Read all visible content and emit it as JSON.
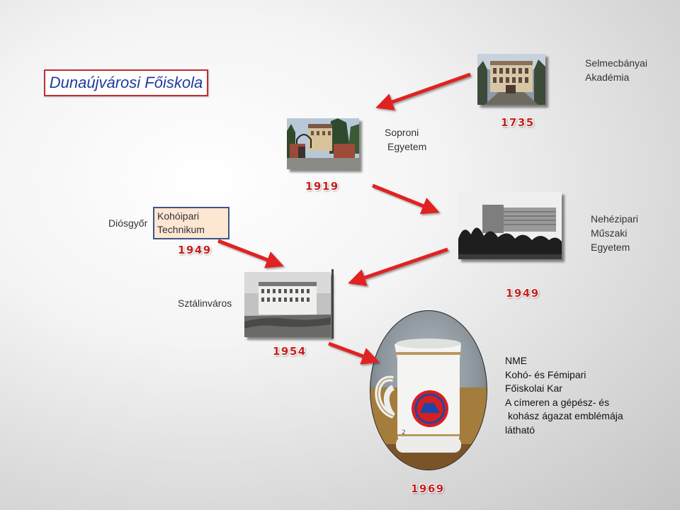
{
  "title": "Dunaújvárosi Főiskola",
  "nodes": {
    "selmecbanya": {
      "line1": "Selmecbányai",
      "line2": "Akadémia",
      "year": "1735"
    },
    "sopron": {
      "line1": "Soproni",
      "line2": "Egyetem",
      "year": "1919"
    },
    "diosgyor": {
      "label": "Diósgyőr",
      "box_line1": "Kohóipari",
      "box_line2": "Technikum",
      "year": "1949"
    },
    "miskolc": {
      "line1": "Nehézipari",
      "line2": "Műszaki",
      "line3": "Egyetem",
      "year": "1949"
    },
    "sztalinvaros": {
      "label": "Sztálinváros",
      "year": "1954"
    },
    "nme": {
      "lines": [
        "NME",
        "Kohó- és Fémipari",
        "Főiskolai Kar",
        "A címeren a gépész- és",
        "kohász ágazat emblémája",
        "látható"
      ],
      "year": "1969"
    }
  },
  "colors": {
    "arrow": "#e02020",
    "title_text": "#1f3c9c",
    "title_border": "#c0302e",
    "year": "#c42020",
    "box_fill": "#fde6d2",
    "box_border": "#3c5687"
  }
}
